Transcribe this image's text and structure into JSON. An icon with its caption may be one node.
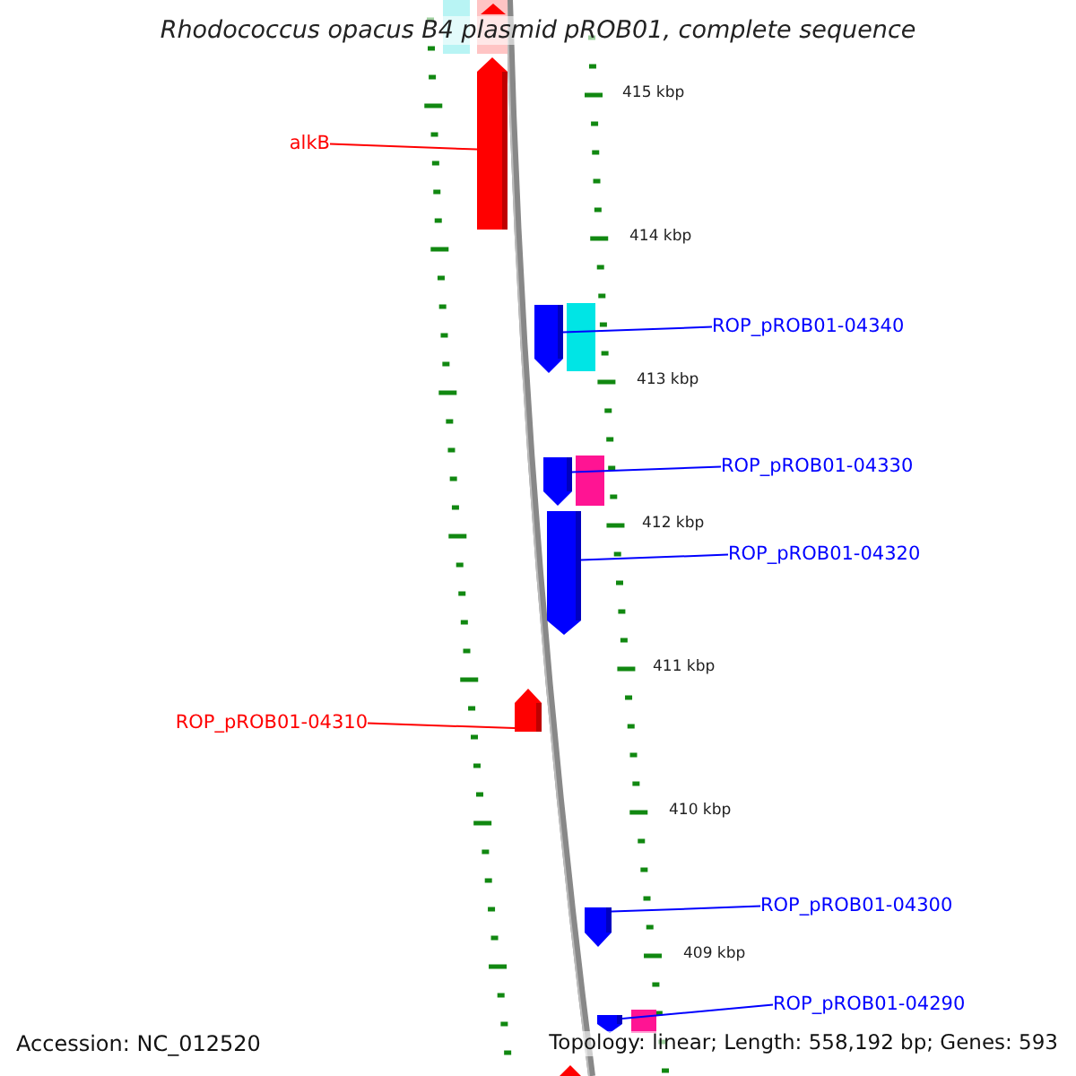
{
  "diagram": {
    "title": "Rhodococcus opacus B4 plasmid pROB01, complete sequence",
    "nodes": [
      {
        "text": [
          "alkB"
        ]
      },
      {
        "text": [
          "ROP_pROB01-04340"
        ]
      },
      {
        "text": [
          "ROP_pROB01-04330"
        ]
      },
      {
        "text": [
          "ROP_pROB01-04320"
        ]
      },
      {
        "text": [
          "ROP_pROB01-04310"
        ]
      },
      {
        "text": [
          "ROP_pROB01-04300"
        ]
      },
      {
        "text": [
          "ROP_pROB01-04290"
        ]
      },
      {
        "text": [],
        "shape": "arrow"
      },
      {
        "text": [],
        "shape": "arrow"
      },
      {
        "text": [],
        "shape": "arrow"
      },
      {
        "text": [],
        "shape": "arrow"
      },
      {
        "text": [],
        "shape": "arrow"
      },
      {
        "text": [],
        "shape": "arrow"
      },
      {
        "text": [],
        "shape": "arrow"
      }
    ],
    "edges": [
      {
        "from": 0,
        "to": 7,
        "arrow": "none",
        "color": "#ff0000"
      },
      {
        "from": 1,
        "to": 8,
        "arrow": "none"
      },
      {
        "from": 2,
        "to": 9,
        "arrow": "none"
      },
      {
        "from": 3,
        "to": 10,
        "arrow": "none"
      },
      {
        "from": 4,
        "to": 11,
        "arrow": "none",
        "color": "#ff0000"
      },
      {
        "from": 5,
        "to": 12,
        "arrow": "none"
      },
      {
        "from": 6,
        "to": 13,
        "arrow": "none"
      }
    ],
    "labels": [
      "415 kbp",
      "414 kbp",
      "413 kbp",
      "412 kbp",
      "411 kbp",
      "410 kbp",
      "409 kbp",
      "Accession: NC_012520",
      "Topology: linear; Length: 558,192 bp; Genes: 593"
    ]
  }
}
